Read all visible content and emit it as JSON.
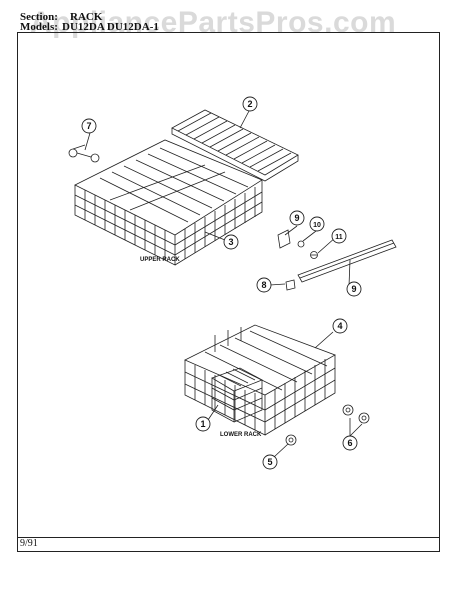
{
  "header": {
    "section_label": "Section:",
    "section_value": "RACK",
    "models_label": "Models:",
    "models_value": "DU12DA  DU12DA-1"
  },
  "watermark": "AppliancePartsPros.com",
  "captions": {
    "upper_rack": "UPPER RACK",
    "lower_rack": "LOWER RACK"
  },
  "callouts": [
    "1",
    "2",
    "3",
    "4",
    "5",
    "6",
    "7",
    "8",
    "9",
    "9",
    "10",
    "11"
  ],
  "footer": {
    "date": "9/91"
  }
}
